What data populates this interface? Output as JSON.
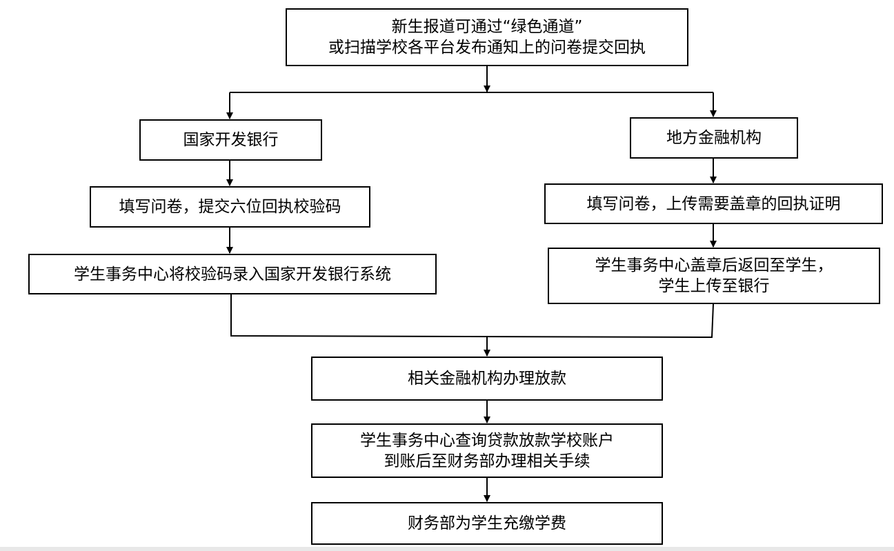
{
  "flowchart": {
    "start": "新生报道可通过“绿色通道”\n或扫描学校各平台发布通知上的问卷提交回执",
    "left_branch": {
      "bank": "国家开发银行",
      "step1": "填写问卷，提交六位回执校验码",
      "step2": "学生事务中心将校验码录入国家开发银行系统"
    },
    "right_branch": {
      "bank": "地方金融机构",
      "step1": "填写问卷，上传需要盖章的回执证明",
      "step2": "学生事务中心盖章后返回至学生，\n学生上传至银行"
    },
    "merge_step": "相关金融机构办理放款",
    "check_step": "学生事务中心查询贷款放款学校账户\n到账后至财务部办理相关手续",
    "final_step": "财务部为学生充缴学费"
  },
  "colors": {
    "line": "#000000",
    "box_border": "#000000",
    "background": "#ffffff"
  }
}
